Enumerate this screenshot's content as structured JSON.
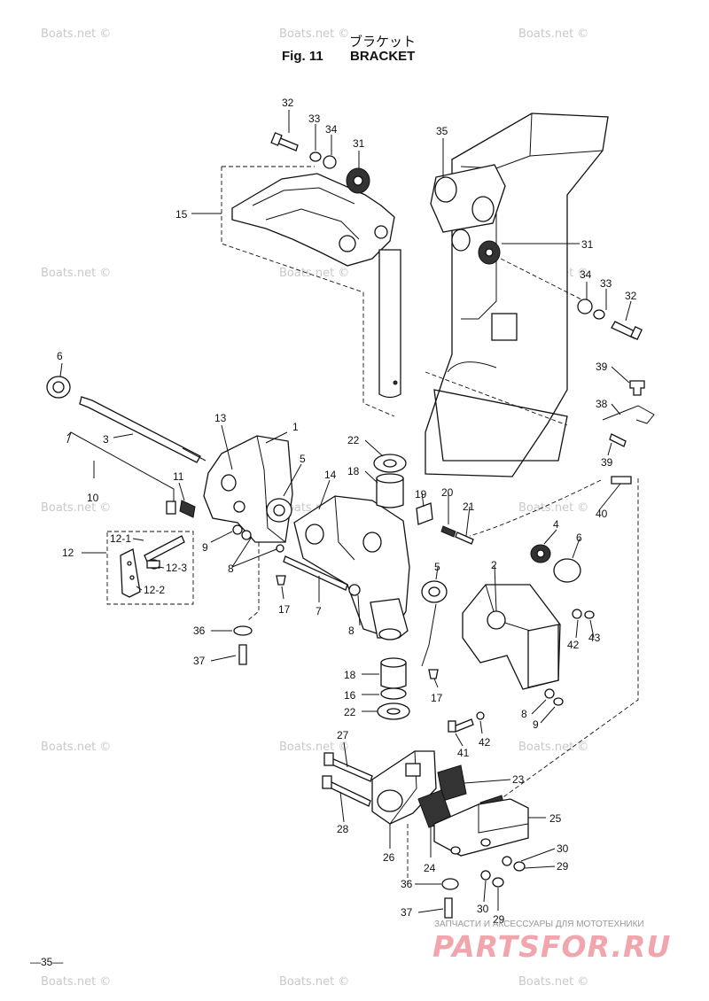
{
  "title": {
    "japanese": "ブラケット",
    "fig": "Fig. 11",
    "english": "BRACKET"
  },
  "page_number": "—35—",
  "watermark": {
    "text": "Boats.net ©"
  },
  "shop_banner": {
    "caption": "ЗАПЧАСТИ И АКСЕССУАРЫ ДЛЯ МОТОТЕХНИКИ",
    "brand": "PARTSFOR.RU"
  },
  "callouts": [
    "32",
    "33",
    "34",
    "31",
    "35",
    "15",
    "31",
    "34",
    "33",
    "32",
    "6",
    "3",
    "13",
    "1",
    "5",
    "11",
    "10",
    "12-1",
    "12",
    "12-3",
    "12-2",
    "9",
    "8",
    "14",
    "22",
    "18",
    "19",
    "20",
    "21",
    "39",
    "38",
    "39",
    "40",
    "4",
    "6",
    "2",
    "5",
    "17",
    "7",
    "36",
    "37",
    "8",
    "42",
    "43",
    "18",
    "16",
    "22",
    "17",
    "8",
    "9",
    "42",
    "41",
    "27",
    "23",
    "25",
    "28",
    "26",
    "24",
    "30",
    "29",
    "36",
    "30",
    "29",
    "37"
  ]
}
